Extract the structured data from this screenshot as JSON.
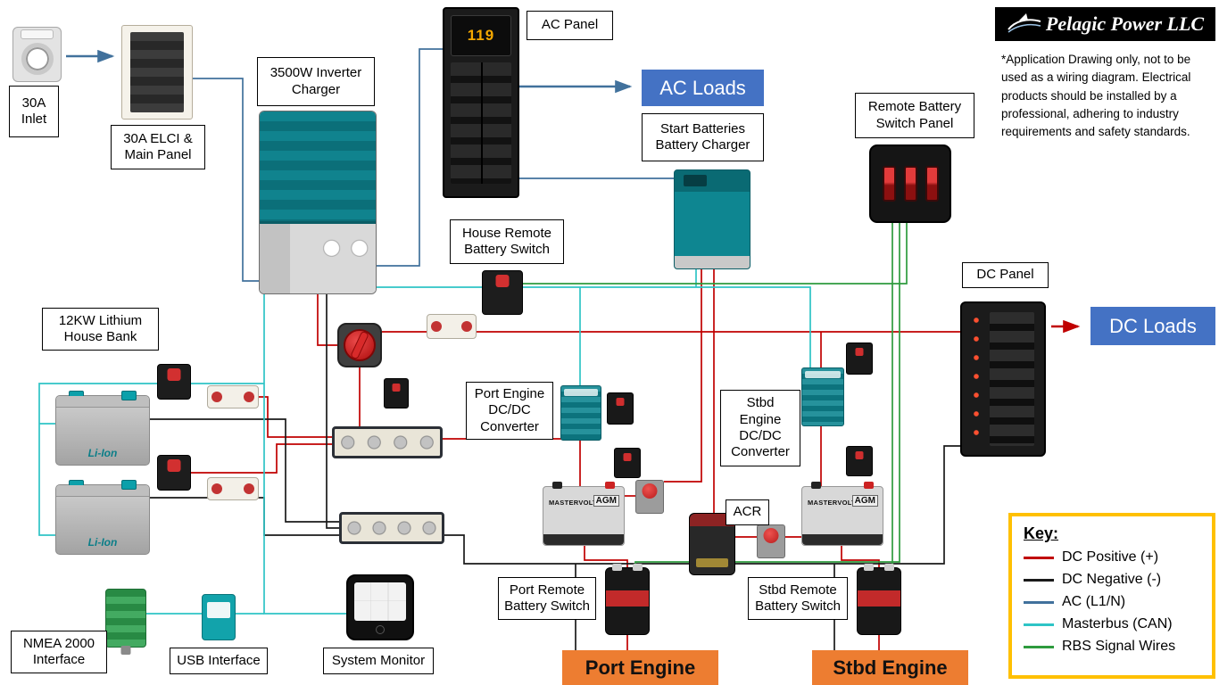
{
  "header": {
    "logo_text": "Pelagic Power LLC",
    "disclaimer": "*Application Drawing only, not to be used as a wiring diagram. Electrical products should be installed by a professional, adhering to industry requirements and safety standards."
  },
  "labels": {
    "inlet": "30A Inlet",
    "elci_main_panel": "30A  ELCI & Main Panel",
    "inverter_charger": "3500W Inverter Charger",
    "ac_panel": "AC Panel",
    "ac_loads": "AC Loads",
    "start_batteries_charger": "Start Batteries Battery Charger",
    "house_remote_battery_switch": "House Remote Battery Switch",
    "remote_battery_switch_panel": "Remote Battery Switch Panel",
    "dc_panel": "DC Panel",
    "dc_loads": "DC Loads",
    "lithium_house_bank": "12KW Lithium House Bank",
    "port_dcdc": "Port Engine DC/DC Converter",
    "stbd_dcdc": "Stbd Engine DC/DC Converter",
    "acr": "ACR",
    "port_remote_battery_switch": "Port Remote Battery Switch",
    "stbd_remote_battery_switch": "Stbd Remote Battery Switch",
    "port_engine": "Port Engine",
    "stbd_engine": "Stbd Engine",
    "nmea_interface": "NMEA 2000 Interface",
    "usb_interface": "USB Interface",
    "system_monitor": "System Monitor"
  },
  "devices": {
    "ac_panel_reading": "119",
    "house_battery_brand": "Li-Ion",
    "start_battery_brand": "MASTERVOLT",
    "start_battery_type": "AGM"
  },
  "key": {
    "title": "Key:",
    "items": [
      {
        "label": "DC Positive (+)",
        "color": "#C00000"
      },
      {
        "label": "DC Negative (-)",
        "color": "#1A1A1A"
      },
      {
        "label": "AC (L1/N)",
        "color": "#41719C"
      },
      {
        "label": "Masterbus (CAN)",
        "color": "#2EC4C6"
      },
      {
        "label": "RBS Signal Wires",
        "color": "#2E9B3E"
      }
    ]
  }
}
